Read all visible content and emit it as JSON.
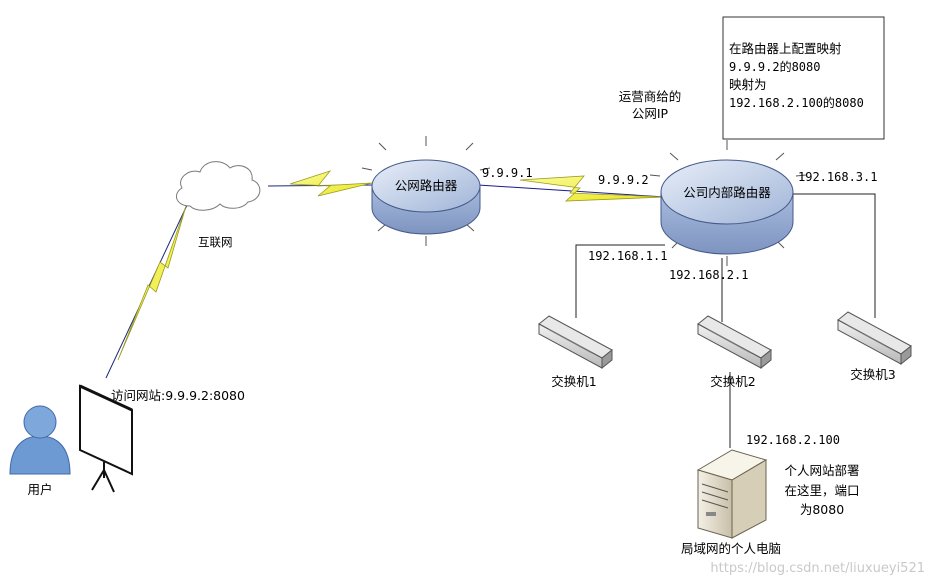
{
  "labels": {
    "internet": "互联网",
    "user": "用户",
    "visit": "访问网站:9.9.9.2:8080",
    "public_router": "公网路由器",
    "company_router": "公司内部路由器",
    "isp_note_line1": "运营商给的",
    "isp_note_line2": "公网IP",
    "wan_left": "9.9.9.1",
    "wan_right": "9.9.9.2",
    "subnet1": "192.168.1.1",
    "subnet2": "192.168.2.1",
    "subnet3": "192.168.3.1",
    "switch1": "交换机1",
    "switch2": "交换机2",
    "switch3": "交换机3",
    "server_ip": "192.168.2.100",
    "server_label": "局域网的个人电脑",
    "deploy_line1": "个人网站部署",
    "deploy_line2": "在这里，端口",
    "deploy_line3": "为8080",
    "config_line1": "在路由器上配置映射",
    "config_line2": "9.9.9.2的8080",
    "config_line3": "映射为",
    "config_line4": "192.168.2.100的8080",
    "watermark": "https://blog.csdn.net/liuxueyi521"
  },
  "colors": {
    "router_top": "#c8d6ec",
    "router_side": "#8fa6cf",
    "lightning": "#f4f23a",
    "user_icon": "#6e9ad3",
    "wire": "#1a1a1a"
  }
}
